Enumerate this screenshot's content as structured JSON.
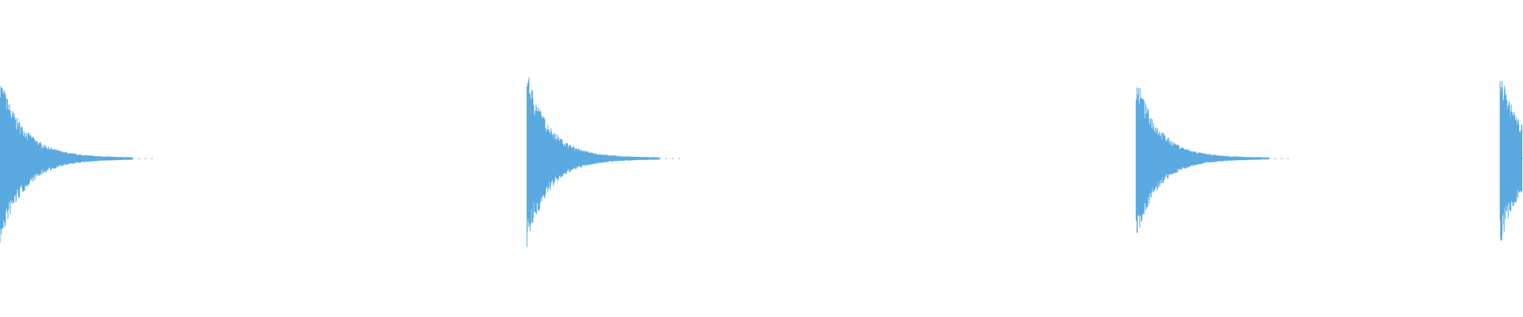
{
  "waveform": {
    "color": "#5aa9e0",
    "background": "#ffffff",
    "channels": 1,
    "bursts": [
      {
        "onset": 0.0,
        "peak_pos": 0.93,
        "peak_neg": 0.98,
        "decay": 0.14,
        "tail": 0.9
      },
      {
        "onset": 0.346,
        "peak_pos": 1.0,
        "peak_neg": 1.0,
        "decay": 0.13,
        "tail": 0.9
      },
      {
        "onset": 0.746,
        "peak_pos": 0.95,
        "peak_neg": 0.92,
        "decay": 0.13,
        "tail": 0.9
      },
      {
        "onset": 0.985,
        "peak_pos": 1.0,
        "peak_neg": 1.0,
        "decay": 0.13,
        "tail": 0.15
      }
    ]
  }
}
